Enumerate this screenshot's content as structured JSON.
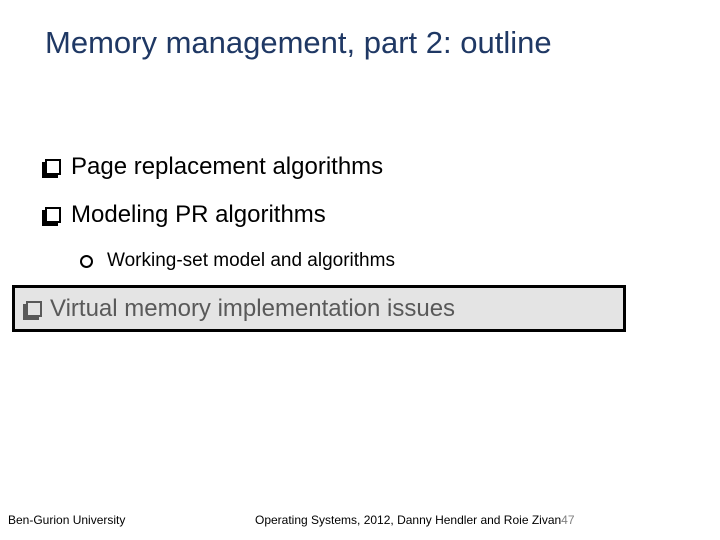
{
  "slide": {
    "title": "Memory management, part 2: outline",
    "bullets": [
      {
        "label": "Page replacement algorithms"
      },
      {
        "label": "Modeling PR algorithms"
      }
    ],
    "sub_bullet": {
      "label": "Working-set model and algorithms"
    },
    "highlighted_bullet": {
      "label": "Virtual memory implementation issues"
    },
    "colors": {
      "title_text": "#1f3864",
      "body_text": "#000000",
      "highlight_text": "#595959",
      "highlight_background": "#e4e4e4",
      "highlight_border": "#000000",
      "page_number_text": "#808080"
    }
  },
  "footer": {
    "left": "Ben-Gurion University",
    "center": "Operating Systems, 2012, Danny Hendler and Roie Zivan",
    "page_number": "47"
  }
}
